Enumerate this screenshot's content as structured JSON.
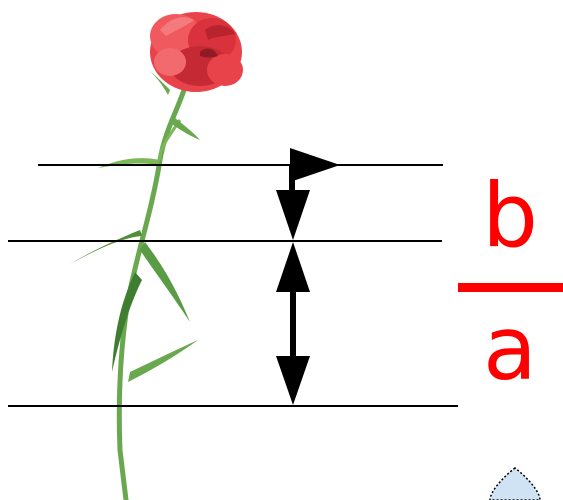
{
  "fraction": {
    "numerator": "b",
    "denominator": "a"
  },
  "colors": {
    "fraction": "#ff0000",
    "lines": "#000000",
    "petals": "#e8434a",
    "petals_dark": "#b8232d",
    "stem": "#6aa84f",
    "droplet": "#cfe3f5"
  },
  "icons": {
    "flower": "red-carnation-illustration",
    "droplet": "water-drop-icon"
  }
}
